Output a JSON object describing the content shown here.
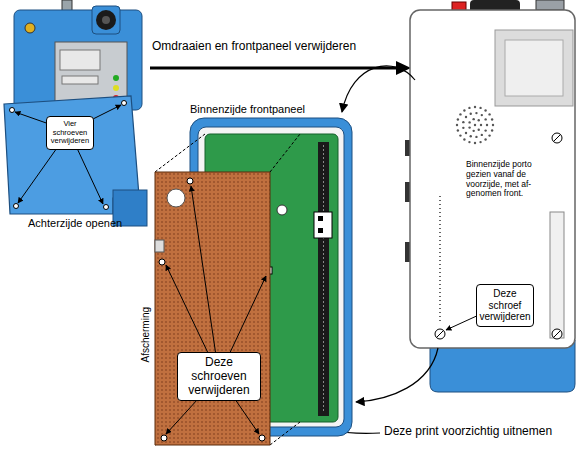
{
  "diagram": {
    "nodes": [
      {
        "text": [
          "Vier schroeven verwijderen"
        ]
      },
      {
        "text": [
          "Deze schroeven verwijderen"
        ]
      },
      {
        "text": [
          "Deze schroef verwijderen"
        ]
      }
    ],
    "labels": [
      "Omdraaien en frontpaneel verwijderen",
      "Achterzijde openen",
      "Binnenzijde frontpaneel",
      "Binnenzijde porto gezien vanaf de voorzijde, met af- genomen front.",
      "Afscherming",
      "Deze print voorzichtig uitnemen"
    ]
  }
}
